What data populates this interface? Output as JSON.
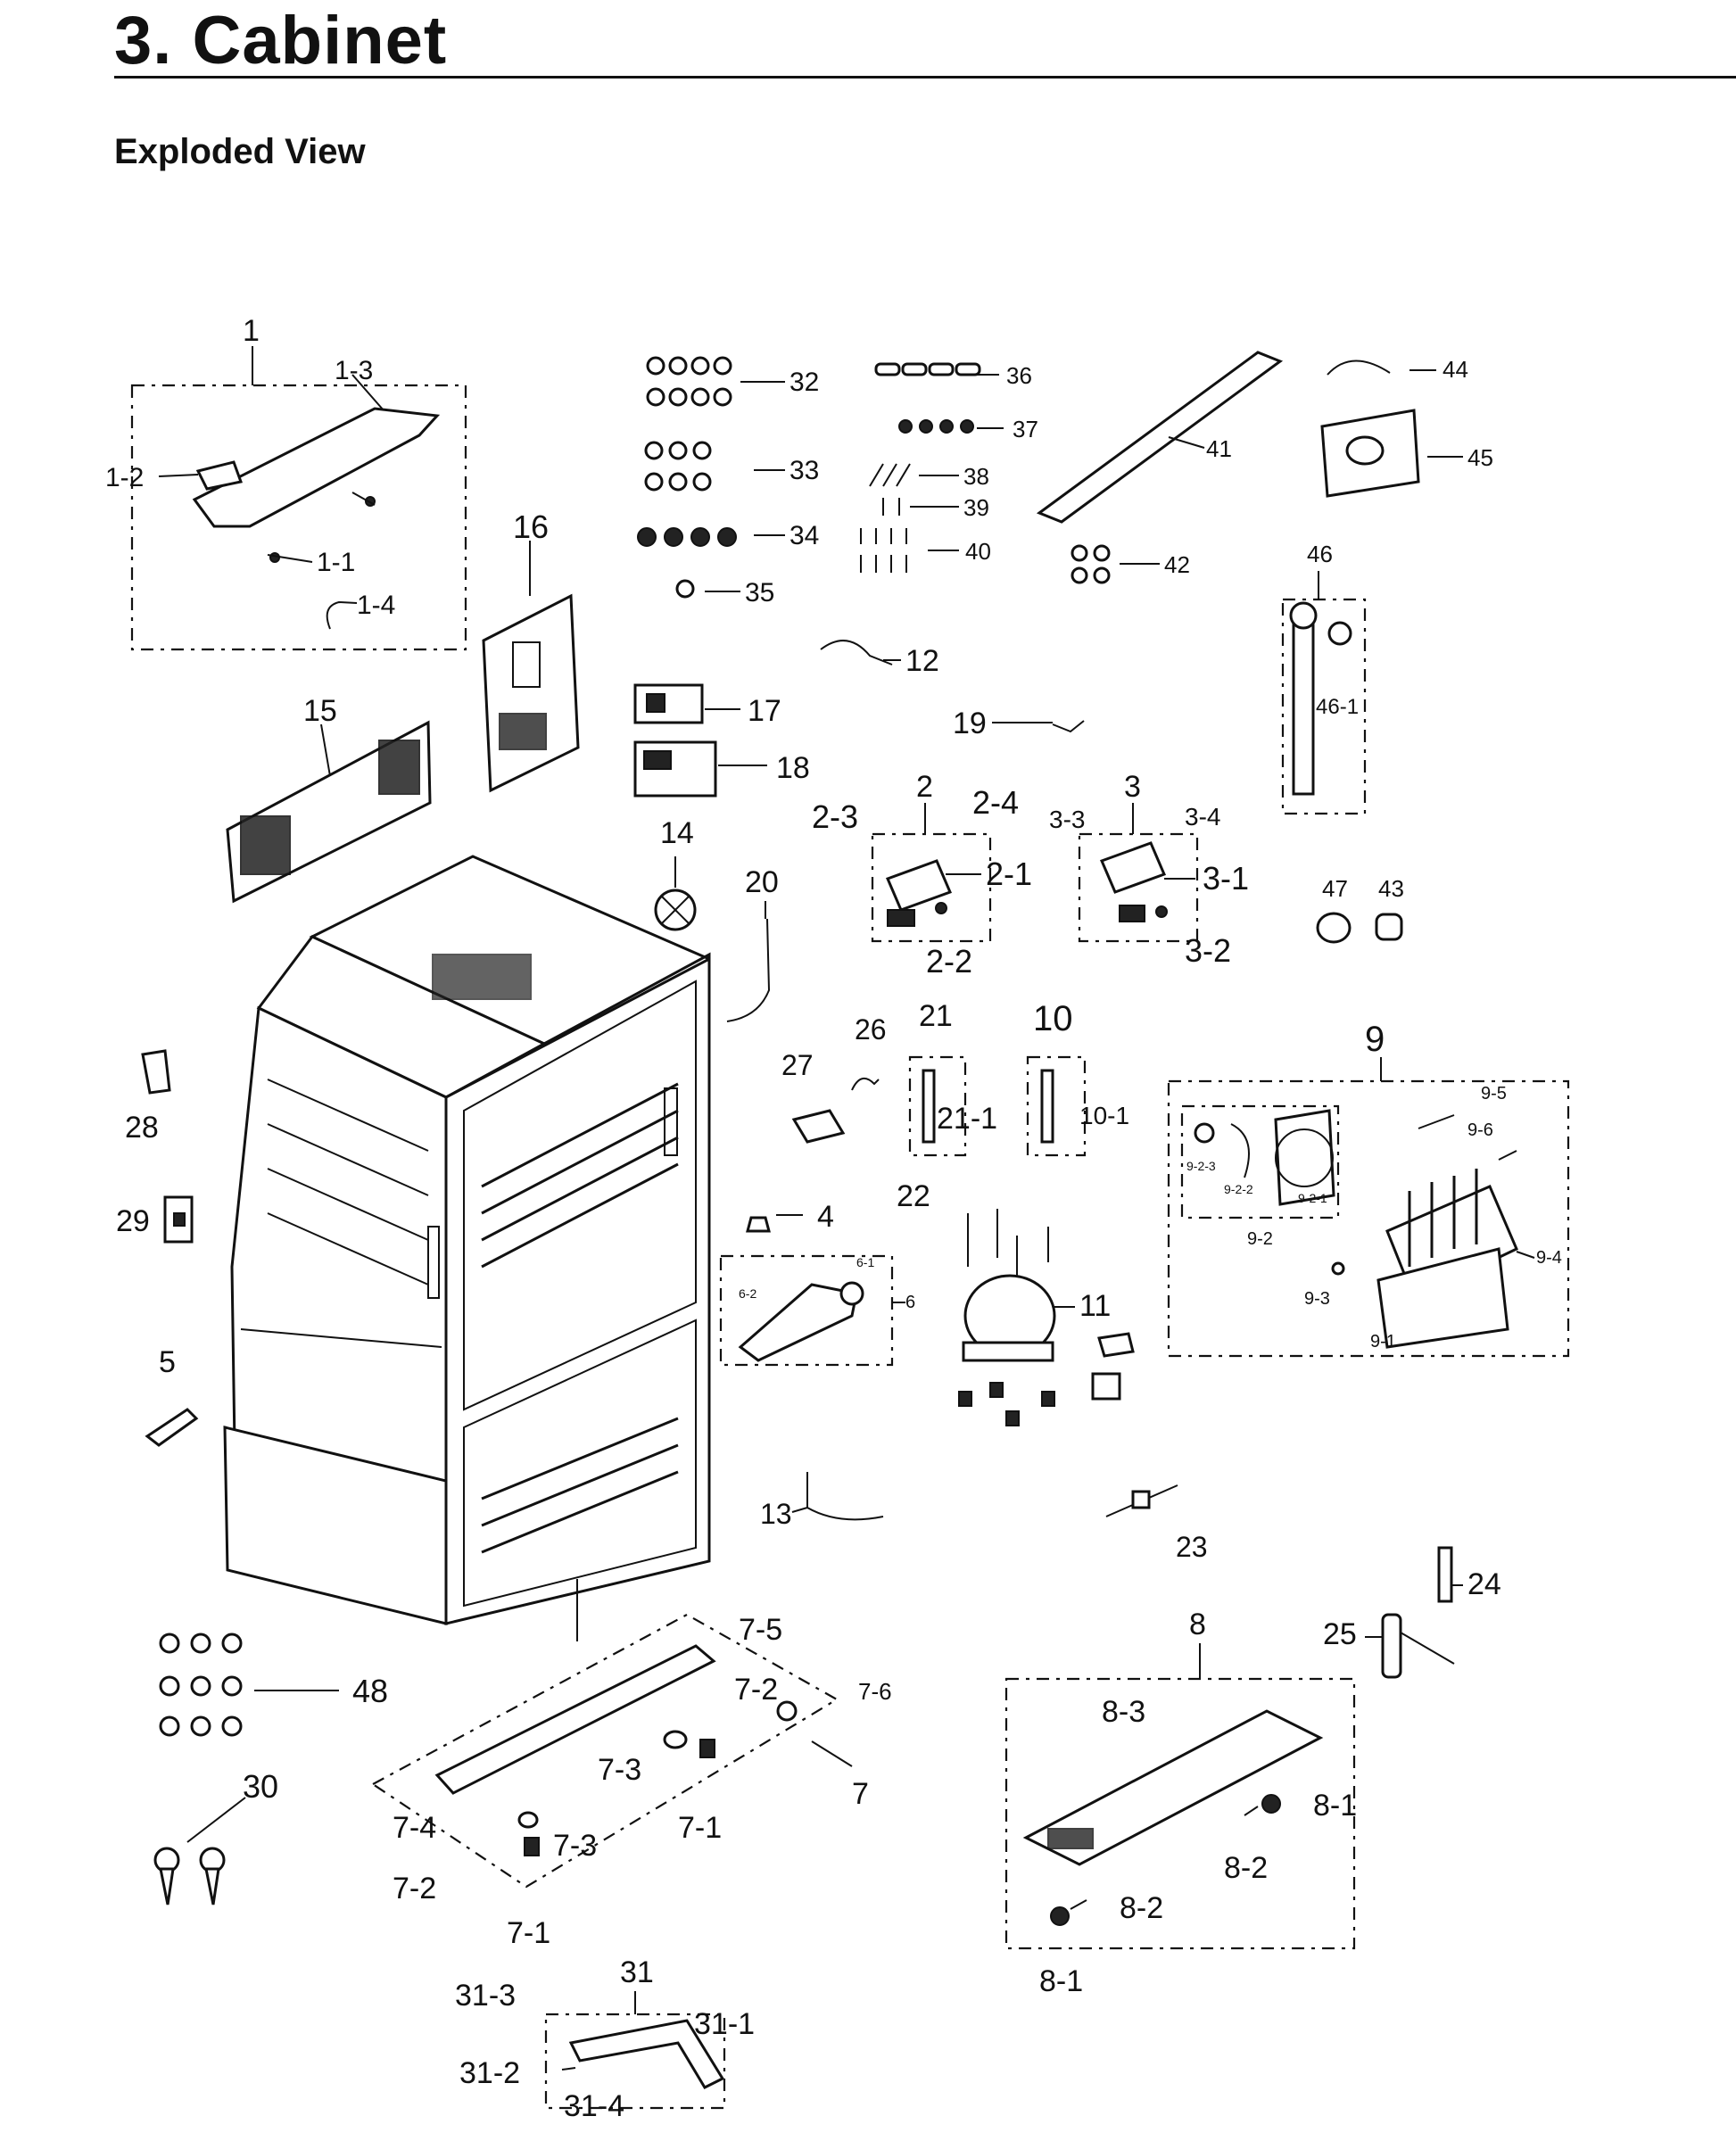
{
  "header": {
    "title": "3.  Cabinet",
    "subtitle": "Exploded View"
  },
  "labels": {
    "p1": "1",
    "p1_1": "1-1",
    "p1_2": "1-2",
    "p1_3": "1-3",
    "p1_4": "1-4",
    "p2": "2",
    "p2_1": "2-1",
    "p2_2": "2-2",
    "p2_3": "2-3",
    "p2_4": "2-4",
    "p3": "3",
    "p3_1": "3-1",
    "p3_2": "3-2",
    "p3_3": "3-3",
    "p3_4": "3-4",
    "p4": "4",
    "p5": "5",
    "p6": "6",
    "p6_1": "6-1",
    "p6_2": "6-2",
    "p7": "7",
    "p7_1a": "7-1",
    "p7_1b": "7-1",
    "p7_2a": "7-2",
    "p7_2b": "7-2",
    "p7_3a": "7-3",
    "p7_3b": "7-3",
    "p7_4": "7-4",
    "p7_5": "7-5",
    "p7_6": "7-6",
    "p8": "8",
    "p8_1a": "8-1",
    "p8_1b": "8-1",
    "p8_2a": "8-2",
    "p8_2b": "8-2",
    "p8_3": "8-3",
    "p9": "9",
    "p9_1": "9-1",
    "p9_2": "9-2",
    "p9_2_1": "9-2-1",
    "p9_2_2": "9-2-2",
    "p9_2_3": "9-2-3",
    "p9_3": "9-3",
    "p9_4": "9-4",
    "p9_5": "9-5",
    "p9_6": "9-6",
    "p10": "10",
    "p10_1": "10-1",
    "p11": "11",
    "p12": "12",
    "p13": "13",
    "p14": "14",
    "p15": "15",
    "p16": "16",
    "p17": "17",
    "p18": "18",
    "p19": "19",
    "p20": "20",
    "p21": "21",
    "p21_1": "21-1",
    "p22": "22",
    "p23": "23",
    "p24": "24",
    "p25": "25",
    "p26": "26",
    "p27": "27",
    "p28": "28",
    "p29": "29",
    "p30": "30",
    "p31": "31",
    "p31_1": "31-1",
    "p31_2": "31-2",
    "p31_3": "31-3",
    "p31_4": "31-4",
    "p32": "32",
    "p33": "33",
    "p34": "34",
    "p35": "35",
    "p36": "36",
    "p37": "37",
    "p38": "38",
    "p39": "39",
    "p40": "40",
    "p41": "41",
    "p42": "42",
    "p43": "43",
    "p44": "44",
    "p45": "45",
    "p46": "46",
    "p46_1": "46-1",
    "p47": "47",
    "p48": "48"
  }
}
